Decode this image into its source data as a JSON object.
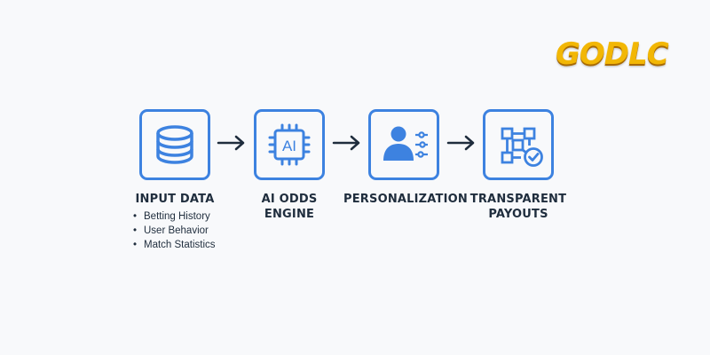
{
  "brand": {
    "logo_text": "GODLC"
  },
  "stages": [
    {
      "title_lines": [
        "INPUT DATA"
      ],
      "icon": "database-icon",
      "bullets": [
        "Betting History",
        "User Behavior",
        "Match Statistics"
      ]
    },
    {
      "title_lines": [
        "AI ODDS",
        "ENGINE"
      ],
      "icon": "ai-chip-icon",
      "chip_label": "AI"
    },
    {
      "title_lines": [
        "PERSONALIZATION"
      ],
      "icon": "user-settings-icon"
    },
    {
      "title_lines": [
        "TRANSPARENT",
        "PAYOUTS"
      ],
      "icon": "flow-check-icon"
    }
  ],
  "colors": {
    "accent": "#3d82e0",
    "text": "#1f2d3d",
    "logo_gold": "#f2b705",
    "background": "#f8f9fb"
  }
}
